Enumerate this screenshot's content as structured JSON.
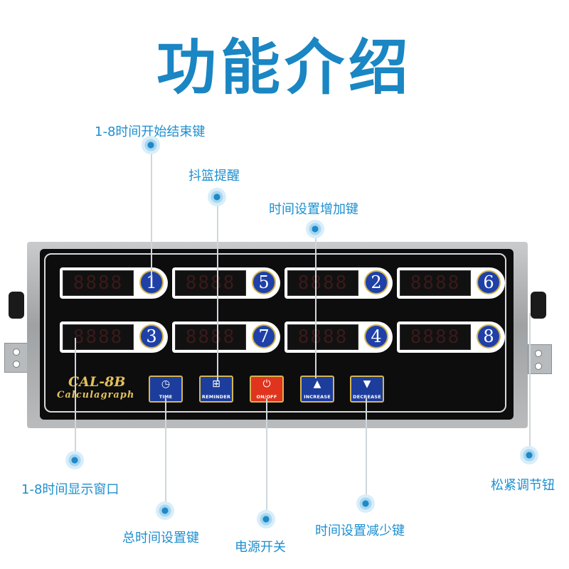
{
  "title": "功能介绍",
  "annotations": {
    "start_stop_keys": "1-8时间开始结束键",
    "basket_reminder": "抖篮提醒",
    "increase_key": "时间设置增加键",
    "display_window": "1-8时间显示窗口",
    "total_time_key": "总时间设置键",
    "power_switch": "电源开关",
    "decrease_key": "时间设置减少键",
    "adjust_knob": "松紧调节钮"
  },
  "device": {
    "model": "CAL-8B",
    "subtitle": "Calculagraph",
    "display_digits": "8888",
    "channels": [
      {
        "number": "1"
      },
      {
        "number": "3"
      },
      {
        "number": "5"
      },
      {
        "number": "7"
      },
      {
        "number": "2"
      },
      {
        "number": "4"
      },
      {
        "number": "6"
      },
      {
        "number": "8"
      }
    ],
    "buttons": [
      {
        "label": "TIME",
        "icon": "clock-icon",
        "glyph": "◷"
      },
      {
        "label": "REMINDER",
        "icon": "basket-icon",
        "glyph": "⊞"
      },
      {
        "label": "ON/OFF",
        "icon": "power-icon",
        "glyph": "⏻"
      },
      {
        "label": "INCREASE",
        "icon": "triangle-up-icon",
        "glyph": "▲"
      },
      {
        "label": "DECREASE",
        "icon": "triangle-down-icon",
        "glyph": "▼"
      }
    ]
  },
  "colors": {
    "title": "#1a86c3",
    "annotation": "#1d8fcf",
    "panel": "#0d0d0e",
    "button_blue": "#1c3d9c",
    "button_red": "#e0341e",
    "gold": "#d6b551"
  }
}
